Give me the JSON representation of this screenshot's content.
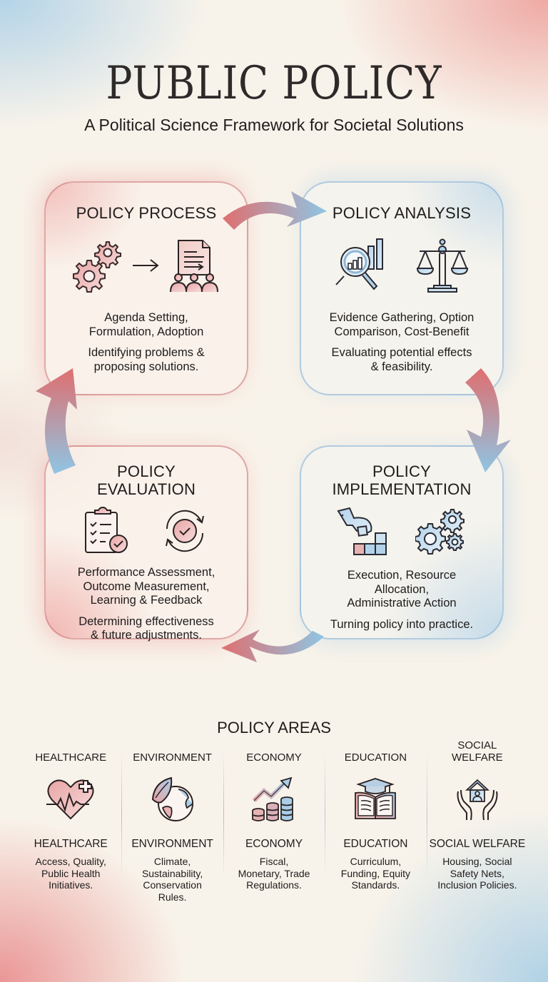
{
  "header": {
    "title": "PUBLIC POLICY",
    "subtitle": "A Political Science Framework for Societal Solutions"
  },
  "cycle": {
    "cards": [
      {
        "id": "process",
        "title": "POLICY PROCESS",
        "icons": [
          "gears-icon",
          "arrow-right-icon",
          "document-people-icon"
        ],
        "focus": "Agenda Setting, Formulation, Adoption",
        "focus_lines": [
          "Agenda Setting,",
          "Formulation, Adoption"
        ],
        "desc_lines": [
          "Identifying problems &",
          "proposing solutions."
        ],
        "accent": "#d9797a"
      },
      {
        "id": "analysis",
        "title": "POLICY ANALYSIS",
        "icons": [
          "magnifier-chart-icon",
          "scales-icon"
        ],
        "focus_lines": [
          "Evidence Gathering, Option",
          "Comparison, Cost-Benefit"
        ],
        "desc_lines": [
          "Evaluating potential effects",
          "& feasibility."
        ],
        "accent": "#8fbcdc"
      },
      {
        "id": "implementation",
        "title_lines": [
          "POLICY",
          "IMPLEMENTATION"
        ],
        "icons": [
          "hand-blocks-icon",
          "gears-icon"
        ],
        "focus_lines": [
          "Execution, Resource",
          "Allocation,",
          "Administrative Action"
        ],
        "desc_lines": [
          "Turning policy into practice."
        ],
        "accent": "#8fbcdc"
      },
      {
        "id": "evaluation",
        "title_lines": [
          "POLICY",
          "EVALUATION"
        ],
        "icons": [
          "clipboard-check-icon",
          "cycle-check-icon"
        ],
        "focus_lines": [
          "Performance Assessment,",
          "Outcome Measurement,",
          "Learning & Feedback"
        ],
        "desc_lines": [
          "Determining effectiveness",
          "& future adjustments."
        ],
        "accent": "#d9797a"
      }
    ],
    "arrows": [
      {
        "from": "process",
        "to": "analysis",
        "direction": "right"
      },
      {
        "from": "analysis",
        "to": "implementation",
        "direction": "down"
      },
      {
        "from": "implementation",
        "to": "evaluation",
        "direction": "left"
      },
      {
        "from": "evaluation",
        "to": "process",
        "direction": "up"
      }
    ]
  },
  "areas": {
    "title": "POLICY AREAS",
    "items": [
      {
        "top_label": "HEALTHCARE",
        "icon": "heart-pulse-icon",
        "label": "HEALTHCARE",
        "desc_lines": [
          "Access, Quality,",
          "Public Health",
          "Initiatives."
        ]
      },
      {
        "top_label": "ENVIRONMENT",
        "icon": "globe-leaf-icon",
        "label": "ENVIRONMENT",
        "desc_lines": [
          "Climate,",
          "Sustainability,",
          "Conservation",
          "Rules."
        ]
      },
      {
        "top_label": "ECONOMY",
        "icon": "coins-growth-icon",
        "label": "ECONOMY",
        "desc_lines": [
          "Fiscal,",
          "Monetary, Trade",
          "Regulations."
        ]
      },
      {
        "top_label": "EDUCATION",
        "icon": "book-cap-icon",
        "label": "EDUCATION",
        "desc_lines": [
          "Curriculum,",
          "Funding, Equity",
          "Standards."
        ]
      },
      {
        "top_label_lines": [
          "SOCIAL",
          "WELFARE"
        ],
        "icon": "hands-house-icon",
        "label": "SOCIAL WELFARE",
        "desc_lines": [
          "Housing, Social",
          "Safety Nets,",
          "Inclusion Policies."
        ]
      }
    ]
  },
  "colors": {
    "red_accent": "#d9797a",
    "blue_accent": "#8fbcdc",
    "background": "#f8f3ea",
    "text": "#1f1c1c"
  }
}
